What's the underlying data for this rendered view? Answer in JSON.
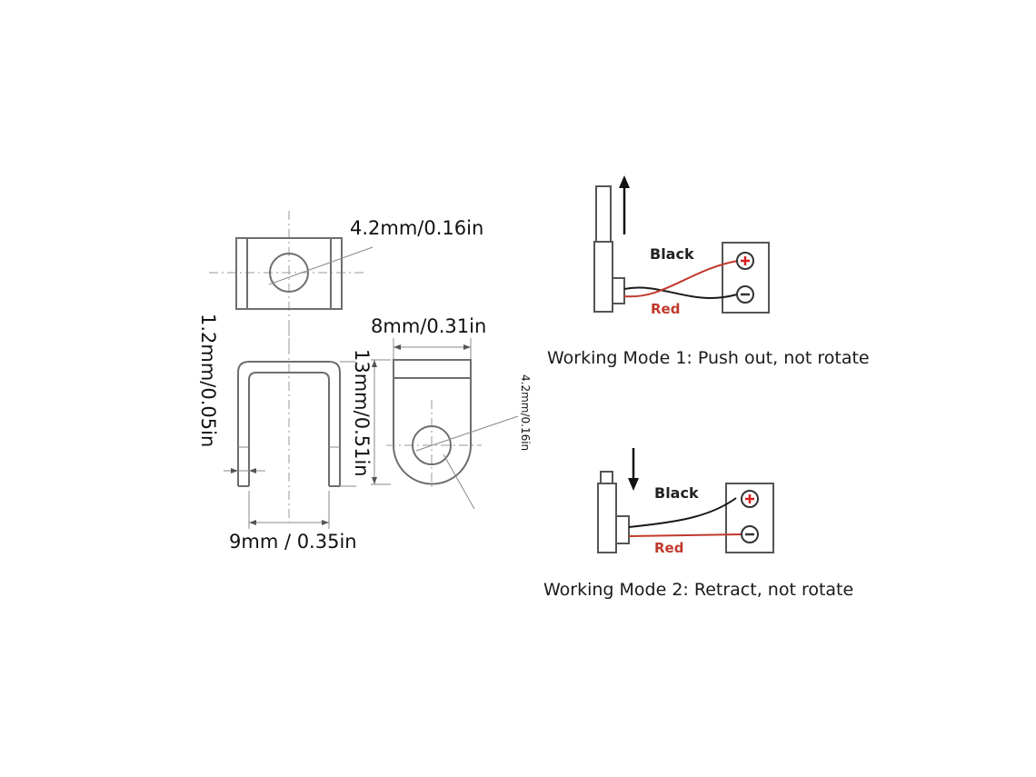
{
  "drawing": {
    "hole_dim_top": "4.2mm/0.16in",
    "thickness_dim": "1.2mm/0.05in",
    "width_dim_right": "8mm/0.31in",
    "height_dim": "13mm/0.51in",
    "hole_dim_right": "4.2mm/0.16in",
    "width_dim_bottom": "9mm / 0.35in"
  },
  "wiring": {
    "mode1": {
      "caption": "Working Mode 1: Push out, not rotate",
      "black_label": "Black",
      "red_label": "Red",
      "direction": "up"
    },
    "mode2": {
      "caption": "Working Mode 2: Retract, not rotate",
      "black_label": "Black",
      "red_label": "Red",
      "direction": "down"
    },
    "terminal_plus": "+",
    "terminal_minus": "−"
  },
  "colors": {
    "line": "#6e6e6e",
    "black_wire": "#1a1a1a",
    "red_wire": "#c0392b",
    "plus_mark": "#d62020"
  }
}
